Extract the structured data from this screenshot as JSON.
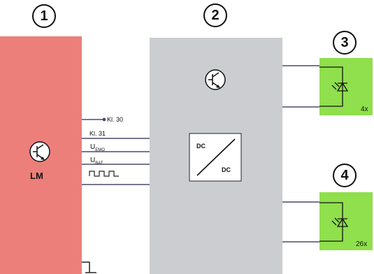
{
  "blocks": {
    "b1": {
      "number": "1",
      "label": "LM"
    },
    "b2": {
      "number": "2",
      "dc_top": "DC",
      "dc_bottom": "DC"
    },
    "b3": {
      "number": "3",
      "count": "4x"
    },
    "b4": {
      "number": "4",
      "count": "26x"
    }
  },
  "signals": {
    "kl30": "Kl. 30",
    "kl31": "Kl. 31",
    "u_emo": {
      "base": "U",
      "sub": "EMO"
    },
    "u_bat": {
      "base": "U",
      "sub": "BAT"
    }
  },
  "colors": {
    "lm_block": "#ec7f7a",
    "controller_block": "#cccdd1",
    "led_block": "#8fe04c",
    "line": "#4a4a6a"
  },
  "icons": [
    "transistor-icon",
    "dc-dc-converter-icon",
    "led-photodiode-icon",
    "square-wave-icon",
    "ground-icon"
  ]
}
